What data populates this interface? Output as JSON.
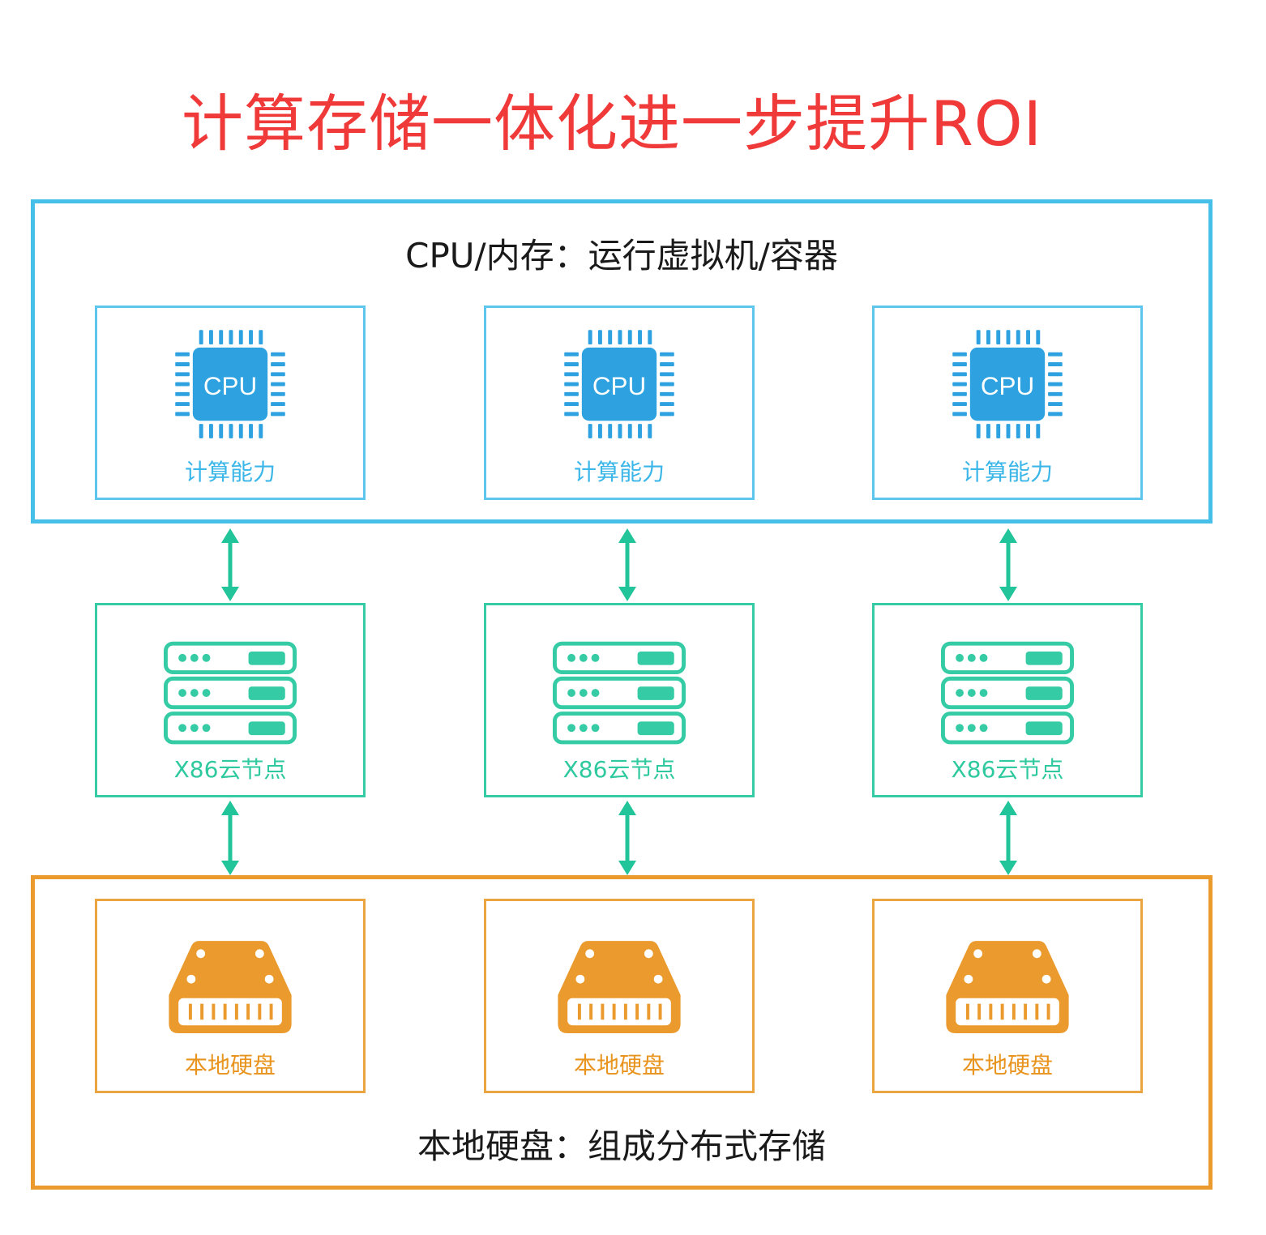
{
  "title": "计算存储一体化进一步提升ROI",
  "compute_layer": {
    "label": "CPU/内存：运行虚拟机/容器",
    "cards": [
      {
        "icon": "cpu-chip-icon",
        "chip_text": "CPU",
        "caption": "计算能力"
      },
      {
        "icon": "cpu-chip-icon",
        "chip_text": "CPU",
        "caption": "计算能力"
      },
      {
        "icon": "cpu-chip-icon",
        "chip_text": "CPU",
        "caption": "计算能力"
      }
    ]
  },
  "node_layer": {
    "cards": [
      {
        "icon": "server-rack-icon",
        "caption": "X86云节点"
      },
      {
        "icon": "server-rack-icon",
        "caption": "X86云节点"
      },
      {
        "icon": "server-rack-icon",
        "caption": "X86云节点"
      }
    ]
  },
  "storage_layer": {
    "label": "本地硬盘：组成分布式存储",
    "cards": [
      {
        "icon": "hard-disk-icon",
        "caption": "本地硬盘"
      },
      {
        "icon": "hard-disk-icon",
        "caption": "本地硬盘"
      },
      {
        "icon": "hard-disk-icon",
        "caption": "本地硬盘"
      }
    ]
  },
  "colors": {
    "title": "#f03a3a",
    "compute": "#46bfe9",
    "cpu_chip": "#2ea2e0",
    "node": "#35cba5",
    "storage": "#eb9a2d",
    "arrow": "#22c59a"
  }
}
